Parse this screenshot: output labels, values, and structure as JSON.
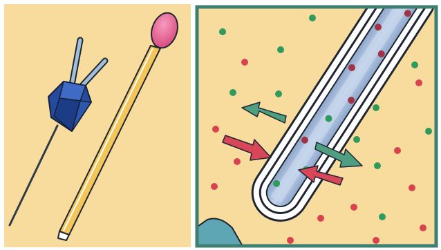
{
  "figure": {
    "panels": [
      {
        "id": "left",
        "content": [
          "probe",
          "matchstick"
        ]
      },
      {
        "id": "right",
        "content": [
          "membrane-tube",
          "green-particles",
          "red-particles",
          "outflow-arrows",
          "inflow-arrows"
        ]
      }
    ]
  },
  "colors": {
    "panel_background": "#f8dc9e",
    "frame_border": "#3e7f72",
    "probe_blue": "#254a9e",
    "probe_wire": "#3b4f5a",
    "match_head": "#e9699a",
    "match_stick": "#f4c65a",
    "tube_fill": "#9fb6d6",
    "tube_inner": "#b8cbe4",
    "tube_wall": "#ffffff",
    "outline": "#1f2530",
    "green_particle": "#2e9a5c",
    "red_particle": "#d9434f",
    "green_arrow": "#4e9e82",
    "red_arrow": "#d8465a"
  }
}
